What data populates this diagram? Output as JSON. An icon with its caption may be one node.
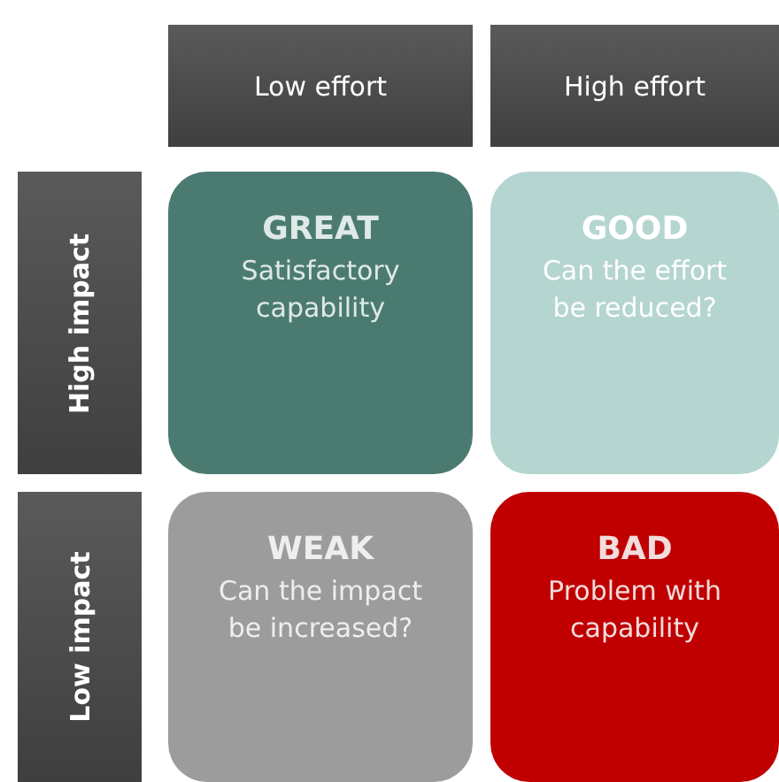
{
  "diagram": {
    "nodes": [
      {
        "text": [
          "Low effort"
        ]
      },
      {
        "text": [
          "High effort"
        ]
      },
      {
        "text": [
          "High impact"
        ]
      },
      {
        "text": [
          "GREAT",
          "Satisfactory capability"
        ]
      },
      {
        "text": [
          "GOOD",
          "Can the effort be reduced?"
        ]
      },
      {
        "text": [
          "Low impact"
        ]
      },
      {
        "text": [
          "WEAK",
          "Can the impact be increased?"
        ]
      },
      {
        "text": [
          "BAD",
          "Problem with capability"
        ]
      }
    ]
  }
}
